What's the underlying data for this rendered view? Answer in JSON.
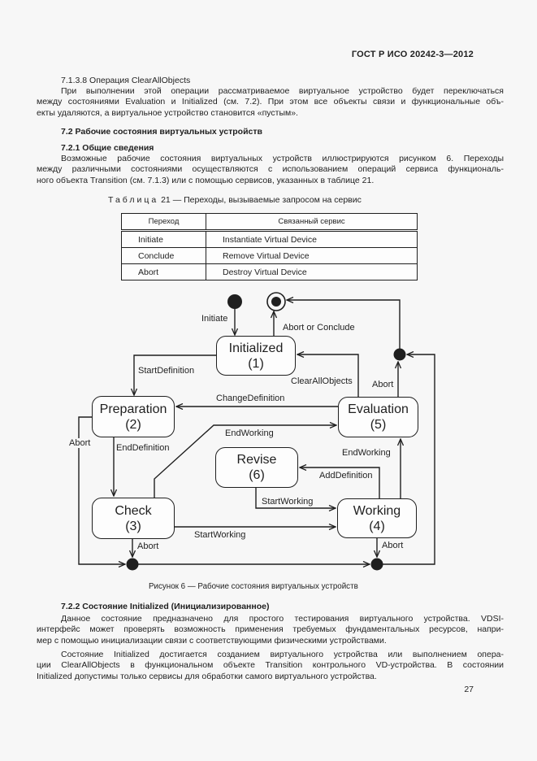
{
  "page": {
    "header": "ГОСТ Р ИСО 20242-3—2012",
    "page_number": "27",
    "background_color": "#f7f7f7",
    "text_color": "#1f1f1f"
  },
  "sections": {
    "s7138": {
      "title": "7.1.3.8  Операция ClearAllObjects"
    },
    "s72": {
      "title": "7.2  Рабочие состояния виртуальных устройств"
    },
    "s721": {
      "title": "7.2.1  Общие сведения"
    },
    "s722": {
      "title": "7.2.2  Состояние Initialized (Инициализированное)"
    }
  },
  "paragraphs": {
    "p1": {
      "lines": [
        "При выполнении этой операции рассматриваемое виртуальное устройство будет переключаться",
        "между состояниями Evaluation и Initialized (см. 7.2). При этом все объекты связи и функциональные объ-",
        "екты удаляются, а виртуальное устройство становится «пустым»."
      ]
    },
    "p2": {
      "lines": [
        "Возможные рабочие состояния виртуальных устройств иллюстрируются рисунком 6. Переходы",
        "между различными состояниями осуществляются с использованием операций сервиса функциональ-",
        "ного объекта Transition (см. 7.1.3) или с помощью сервисов, указанных в таблице 21."
      ]
    },
    "p3": {
      "lines": [
        "Данное состояние предназначено для простого тестирования виртуального устройства. VDSI-",
        "интерфейс может проверять возможность применения требуемых фундаментальных ресурсов, напри-",
        "мер с помощью инициализации связи с соответствующими физическими устройствами."
      ]
    },
    "p4": {
      "lines": [
        "Состояние Initialized достигается созданием виртуального устройства или выполнением опера-",
        "ции ClearAllObjects в функциональном объекте Transition контрольного VD-устройства. В состоянии",
        "Initialized допустимы только сервисы для обработки самого виртуального устройства."
      ]
    }
  },
  "table": {
    "caption_label": "Таблица",
    "caption_rest": "21 — Переходы, вызываемые запросом на сервис",
    "headers": {
      "transition": "Переход",
      "service": "Связанный сервис"
    },
    "rows": [
      {
        "transition": "Initiate",
        "service": "Instantiate Virtual Device"
      },
      {
        "transition": "Conclude",
        "service": "Remove Virtual Device"
      },
      {
        "transition": "Abort",
        "service": "Destroy Virtual Device"
      }
    ]
  },
  "figure": {
    "caption": "Рисунок 6 — Рабочие состояния виртуальных устройств",
    "states": {
      "initialized": {
        "name": "Initialized",
        "number": "(1)"
      },
      "preparation": {
        "name": "Preparation",
        "number": "(2)"
      },
      "evaluation": {
        "name": "Evaluation",
        "number": "(5)"
      },
      "revise": {
        "name": "Revise",
        "number": "(6)"
      },
      "check": {
        "name": "Check",
        "number": "(3)"
      },
      "working": {
        "name": "Working",
        "number": "(4)"
      }
    },
    "labels": {
      "initiate": "Initiate",
      "abort_or_conclude": "Abort or Conclude",
      "start_definition": "StartDefinition",
      "clear_all_objects": "ClearAllObjects",
      "abort_evaluation": "Abort",
      "change_definition": "ChangeDefinition",
      "end_working_check": "EndWorking",
      "end_definition": "EndDefinition",
      "abort_preparation": "Abort",
      "end_working_working": "EndWorking",
      "add_definition": "AddDefinition",
      "start_working_revise": "StartWorking",
      "start_working_check": "StartWorking",
      "abort_check": "Abort",
      "abort_working": "Abort"
    }
  }
}
